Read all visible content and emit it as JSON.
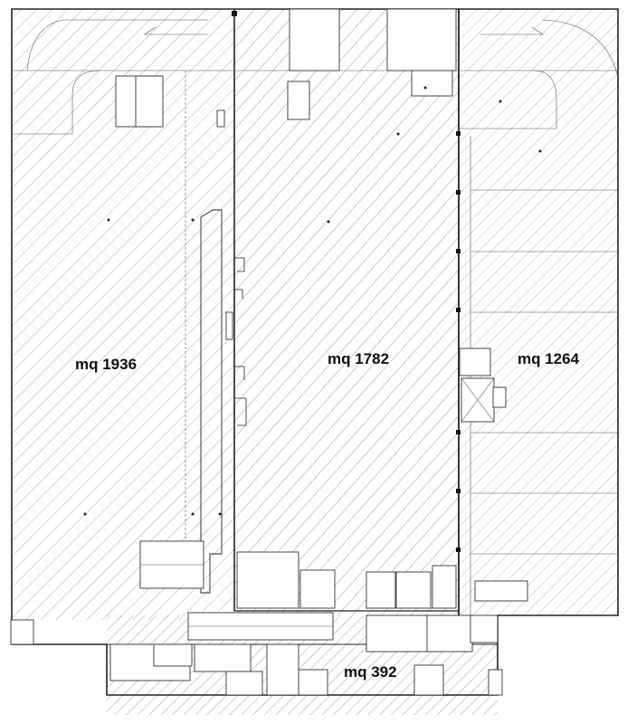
{
  "areas": {
    "west": {
      "label": "mq 1936"
    },
    "center": {
      "label": "mq 1782"
    },
    "east": {
      "label": "mq 1264"
    },
    "south": {
      "label": "mq 392"
    }
  },
  "colors": {
    "hatch_west": "#8a8a8a",
    "hatch_center": "#6f6f6f",
    "hatch_east": "#9a9a9a",
    "hatch_south": "#7a7a7a",
    "walls": "#222222"
  }
}
